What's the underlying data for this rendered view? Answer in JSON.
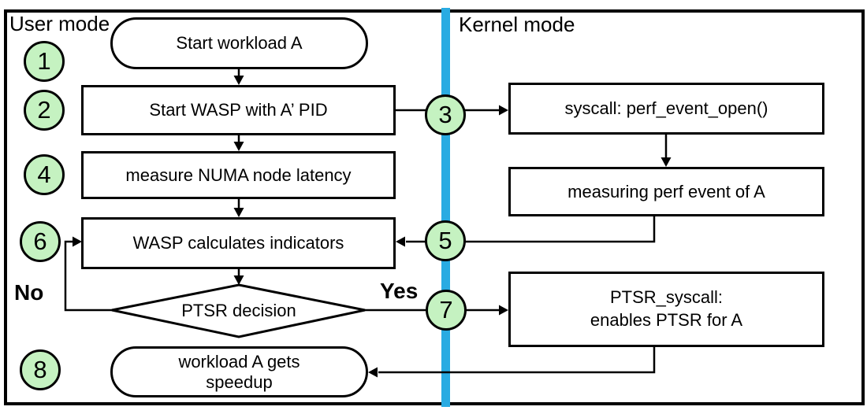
{
  "diagram": {
    "title_left": "User mode",
    "title_right": "Kernel mode",
    "branch_labels": {
      "no": "No",
      "yes": "Yes"
    },
    "steps": [
      "1",
      "2",
      "3",
      "4",
      "5",
      "6",
      "7",
      "8"
    ],
    "nodes": {
      "start": {
        "label": "Start workload A"
      },
      "start_wasp": {
        "label": "Start WASP with A’ PID"
      },
      "measure_numa": {
        "label": "measure NUMA node latency"
      },
      "wasp_calc": {
        "label": "WASP calculates indicators"
      },
      "decision": {
        "label": "PTSR decision"
      },
      "speedup": {
        "line1": "workload A gets",
        "line2": "speedup"
      },
      "syscall": {
        "label": "syscall: perf_event_open()"
      },
      "measuring": {
        "label": "measuring perf event of A"
      },
      "ptsr": {
        "line1": "PTSR_syscall:",
        "line2": "enables PTSR for A"
      }
    },
    "colors": {
      "step_fill": "#C5F2C1",
      "divider": "#29ABE2",
      "stroke": "#000000",
      "background": "#FFFFFF"
    }
  }
}
